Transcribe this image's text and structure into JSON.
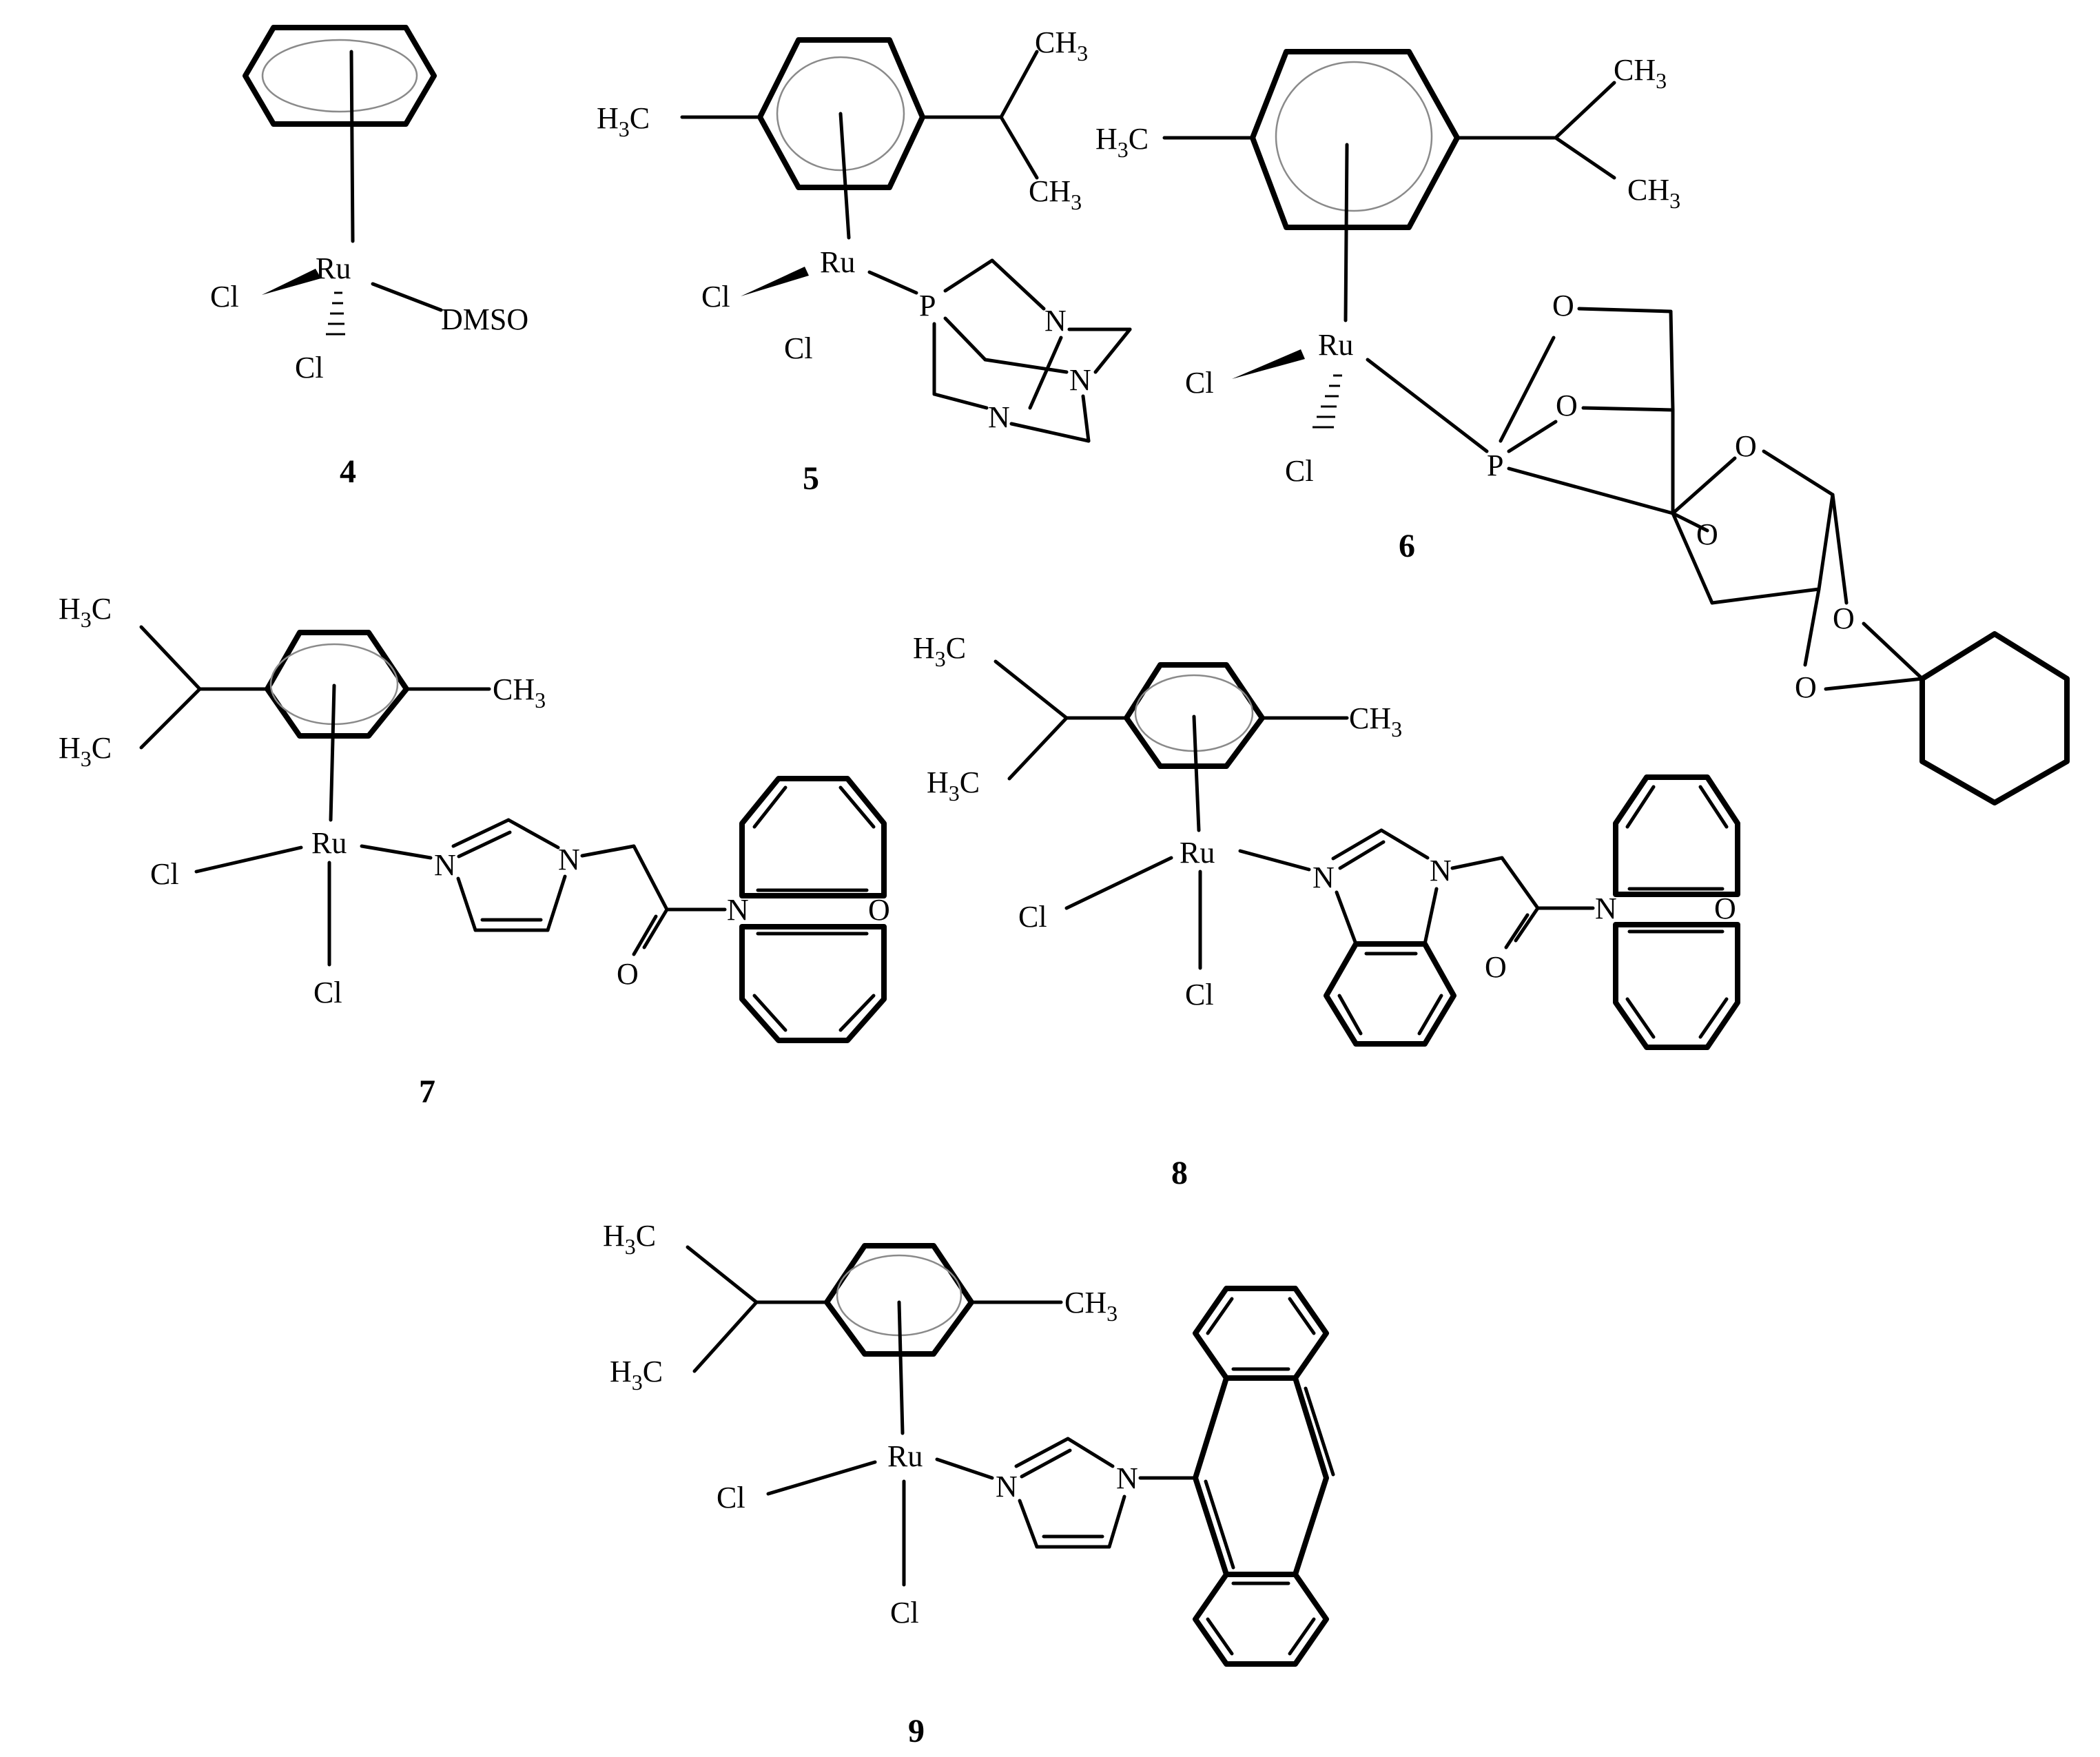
{
  "atoms": {
    "ru": "Ru",
    "cl": "Cl",
    "dmso": "DMSO",
    "p": "P",
    "n": "N",
    "o": "O",
    "h3c_main": "H",
    "h3c_tail": "C",
    "ch3_main": "CH",
    "sub3": "3"
  },
  "compounds": [
    {
      "number": "4"
    },
    {
      "number": "5"
    },
    {
      "number": "6"
    },
    {
      "number": "7"
    },
    {
      "number": "8"
    },
    {
      "number": "9"
    }
  ]
}
